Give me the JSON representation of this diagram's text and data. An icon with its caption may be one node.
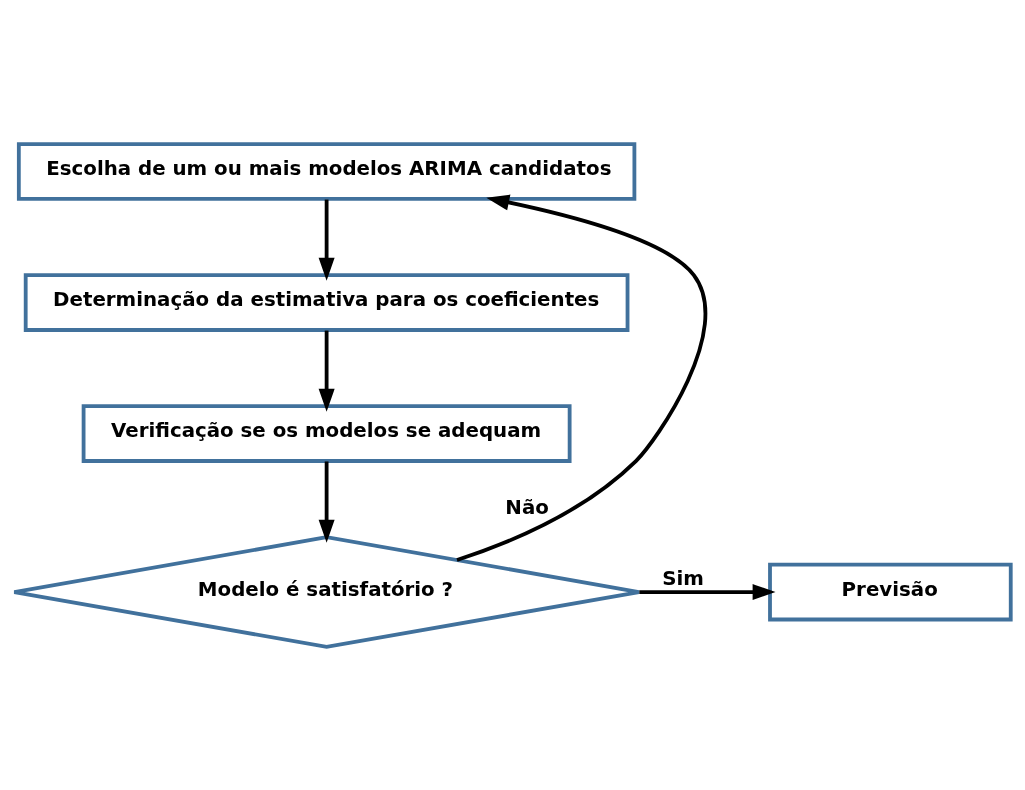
{
  "diagram": {
    "nodes": [
      {
        "text": [
          "Escolha de um ou mais modelos ARIMA candidatos"
        ]
      },
      {
        "text": [
          "Determinação da estimativa para os coeficientes"
        ]
      },
      {
        "text": [
          "Verificação se os modelos se adequam"
        ]
      },
      {
        "text": [
          "Modelo é satisfatório ?"
        ]
      },
      {
        "text": [
          "Previsão"
        ]
      }
    ],
    "edges": [
      {
        "from": 0,
        "to": 1,
        "arrow": "to"
      },
      {
        "from": 1,
        "to": 2,
        "arrow": "to"
      },
      {
        "from": 2,
        "to": 3,
        "arrow": "to"
      },
      {
        "from": 3,
        "to": 0,
        "arrow": "to",
        "label": "Não"
      },
      {
        "from": 3,
        "to": 4,
        "arrow": "to",
        "label": "Sim"
      }
    ]
  }
}
